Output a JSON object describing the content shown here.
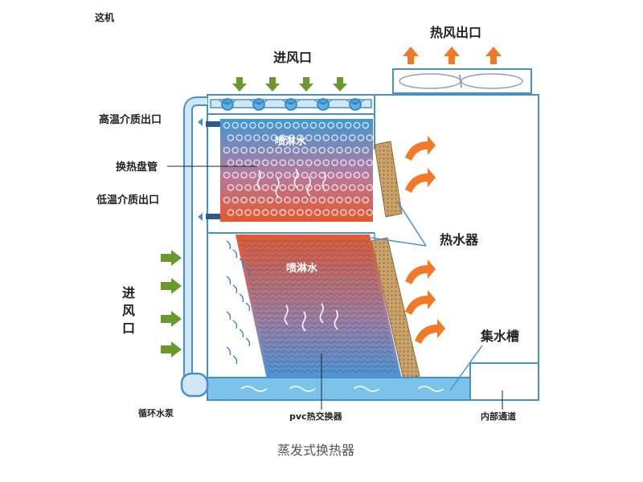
{
  "labels": {
    "top_corner": "这机",
    "air_inlet_top": "进风口",
    "hot_air_outlet": "热风出口",
    "high_temp_outlet": "高温介质出口",
    "heat_exchange_coil": "换热盘管",
    "low_temp_outlet": "低温介质出口",
    "spray_water_upper": "喷淋水",
    "spray_water_lower": "喷淋水",
    "water_heater": "热水器",
    "air_inlet_side": "进风口",
    "water_collector": "集水槽",
    "circulation_pump": "循环水泵",
    "pvc_exchanger": "pvc热交换器",
    "internal_channel": "内部通道",
    "caption": "蒸发式换热器"
  },
  "colors": {
    "frame": "#4a90c8",
    "water": "#7cc3ea",
    "green_arrow": "#6a9a2e",
    "orange_arrow": "#f07a2a",
    "coil_top": "#3f97d3",
    "coil_bottom": "#e4582e"
  }
}
